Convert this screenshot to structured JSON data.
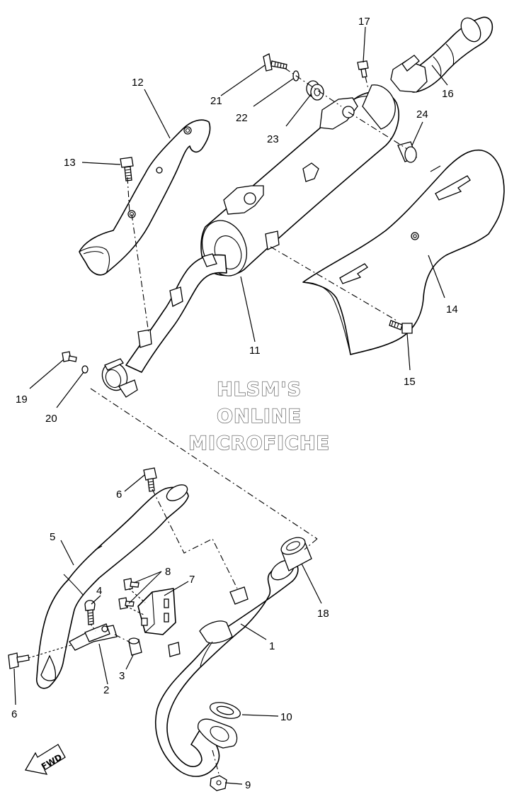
{
  "watermark": {
    "line1": "HLSM'S",
    "line2": "ONLINE",
    "line3": "MICROFICHE"
  },
  "direction_label": "FWD",
  "callouts": {
    "c1": "1",
    "c2": "2",
    "c3": "3",
    "c4": "4",
    "c5": "5",
    "c6a": "6",
    "c6b": "6",
    "c7": "7",
    "c8": "8",
    "c9": "9",
    "c10": "10",
    "c11": "11",
    "c12": "12",
    "c13": "13",
    "c14": "14",
    "c15": "15",
    "c16": "16",
    "c17": "17",
    "c18": "18",
    "c19": "19",
    "c20": "20",
    "c21": "21",
    "c22": "22",
    "c23": "23",
    "c24": "24"
  }
}
